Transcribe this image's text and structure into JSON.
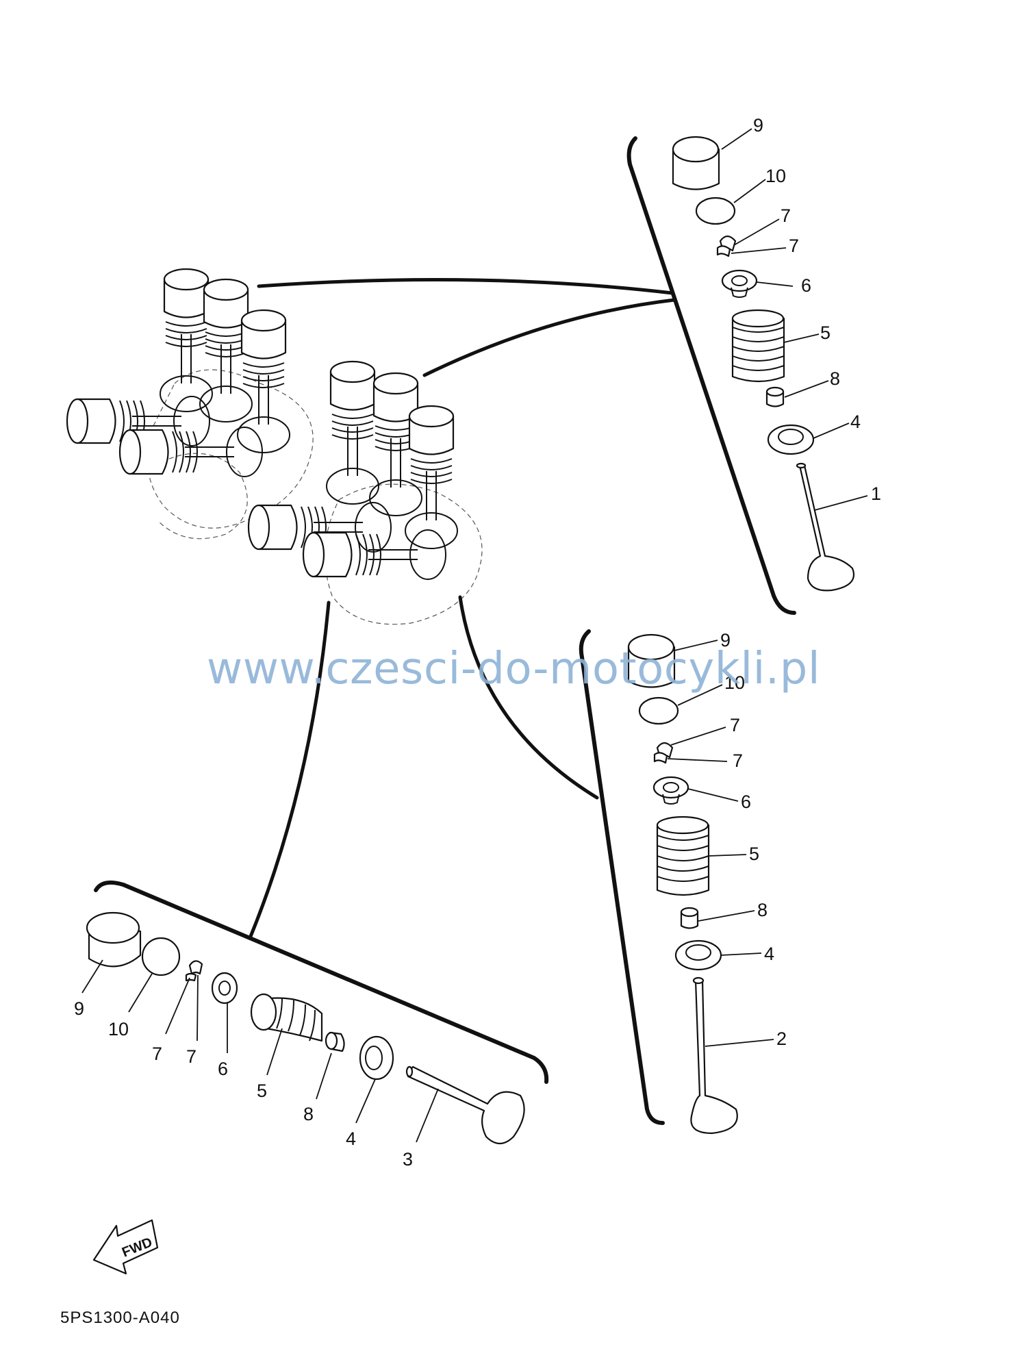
{
  "watermark": "www.czesci-do-motocykli.pl",
  "diagram_code": "5PS1300-A040",
  "fwd_label": "FWD",
  "callouts": {
    "valve_intake": "1",
    "valve_exhaust": "2",
    "valve_side": "3",
    "seal": "4",
    "spring": "5",
    "retainer": "6",
    "cotter": "7",
    "guide": "8",
    "lifter": "9",
    "pad": "10"
  },
  "colors": {
    "watermark": "#8fb3d6",
    "line": "#111111"
  }
}
